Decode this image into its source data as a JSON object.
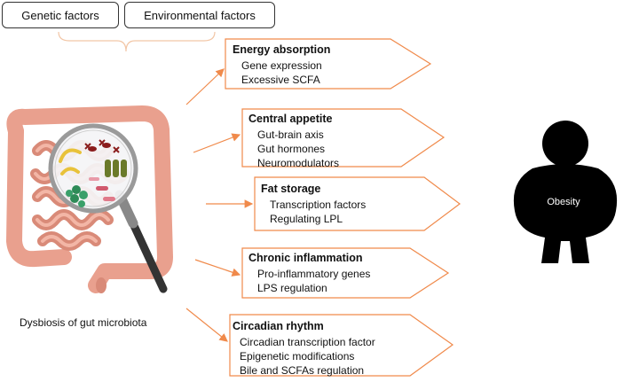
{
  "factors": {
    "genetic": "Genetic factors",
    "environmental": "Environmental factors"
  },
  "caption": "Dysbiosis of gut microbiota",
  "outcome": "Obesity",
  "mechanisms": [
    {
      "title": "Energy absorption",
      "items": [
        "Gene expression",
        "Excessive SCFA"
      ]
    },
    {
      "title": "Central appetite",
      "items": [
        "Gut-brain axis",
        "Gut hormones",
        "Neuromodulators"
      ]
    },
    {
      "title": "Fat storage",
      "items": [
        "Transcription factors",
        "Regulating LPL"
      ]
    },
    {
      "title": "Chronic inflammation",
      "items": [
        "Pro-inflammatory genes",
        "LPS regulation"
      ]
    },
    {
      "title": "Circadian rhythm",
      "items": [
        "Circadian transcription factor",
        "Epigenetic modifications",
        "Bile and SCFAs regulation"
      ]
    }
  ],
  "colors": {
    "arrow": "#f08a4b",
    "box_border": "#f08a4b",
    "silhouette": "#000000",
    "intestine": "#e9a08e"
  }
}
